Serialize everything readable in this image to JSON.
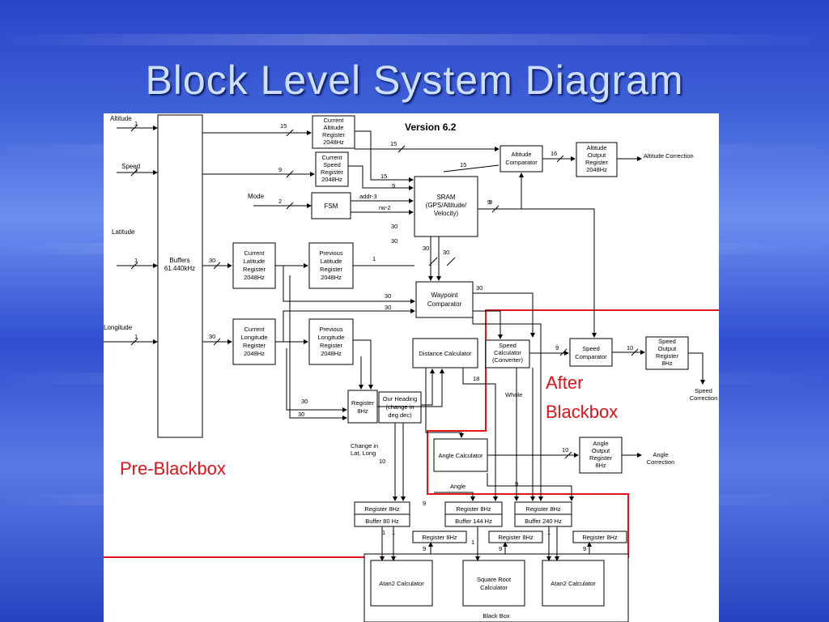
{
  "title": "Block Level System Diagram",
  "version": "Version 6.2",
  "inputs": {
    "altitude": "Altitude",
    "speed": "Speed",
    "latitude": "Latitude",
    "longitude": "Longitude",
    "mode": "Mode"
  },
  "blocks": {
    "buffers": [
      "Buffers",
      "61.440kHz"
    ],
    "cur_alt": [
      "Current",
      "Altitude",
      "Register",
      "2048Hz"
    ],
    "cur_speed": [
      "Current",
      "Speed",
      "Register",
      "2048Hz"
    ],
    "fsm": [
      "FSM"
    ],
    "sram": [
      "SRAM",
      "(GPS/Altitude/",
      "Velocity)"
    ],
    "alt_comp": [
      "Altitude",
      "Comparator"
    ],
    "alt_out": [
      "Altitude",
      "Output",
      "Register",
      "2048Hz"
    ],
    "cur_lat": [
      "Current",
      "Latitude",
      "Register",
      "2048Hz"
    ],
    "prev_lat": [
      "Previous",
      "Latitude",
      "Register",
      "2048Hz"
    ],
    "waypoint": [
      "Waypoint",
      "Comparator"
    ],
    "cur_lon": [
      "Current",
      "Longitude",
      "Register",
      "2048Hz"
    ],
    "prev_lon": [
      "Previous",
      "Longitude",
      "Register",
      "2048Hz"
    ],
    "dist": [
      "Distance Calculator"
    ],
    "speed_calc": [
      "Speed",
      "Calculator",
      "(Converter)"
    ],
    "speed_comp": [
      "Speed",
      "Comparator"
    ],
    "speed_out": [
      "Speed",
      "Output",
      "Register",
      "8Hz"
    ],
    "reg8": [
      "Register",
      "8Hz"
    ],
    "heading": [
      "Our Heading",
      "(change in",
      "deg dec)"
    ],
    "angle_calc": [
      "Angle Calculator"
    ],
    "angle_out": [
      "Angle",
      "Output",
      "Register",
      "8Hz"
    ],
    "reg_buf80": [
      "Register 8Hz",
      "Buffer 80 Hz"
    ],
    "reg_buf144": [
      "Register 8Hz",
      "Buffer 144 Hz"
    ],
    "reg_buf240": [
      "Register 8Hz",
      "Buffer 240 Hz"
    ],
    "small_reg": "Register 8Hz",
    "atan2": "Atan2 Calculator",
    "sqrt": [
      "Square Root",
      "Calculator"
    ],
    "blackbox": "Black Box"
  },
  "outputs": {
    "alt_corr": "Altitude Correction",
    "speed_corr": [
      "Speed",
      "Correction"
    ],
    "angle_corr": [
      "Angle",
      "Correction"
    ]
  },
  "labels": {
    "addr": "addr-3",
    "rw": "rw-2",
    "change": [
      "Change in",
      "Lat, Long"
    ],
    "whole": "Whole",
    "angle": "Angle",
    "after": [
      "After",
      "Blackbox"
    ],
    "pre": "Pre-Blackbox"
  },
  "bus_widths": [
    "1",
    "1",
    "1",
    "1",
    "15",
    "9",
    "2",
    "15",
    "9",
    "15",
    "16",
    "15",
    "9",
    "30",
    "30",
    "30",
    "1",
    "30",
    "30",
    "30",
    "30",
    "30",
    "30",
    "9",
    "10",
    "18",
    "9",
    "30",
    "30",
    "10",
    "10",
    "9",
    "9",
    "1",
    "1",
    "1",
    "1",
    "9",
    "9",
    "9"
  ]
}
